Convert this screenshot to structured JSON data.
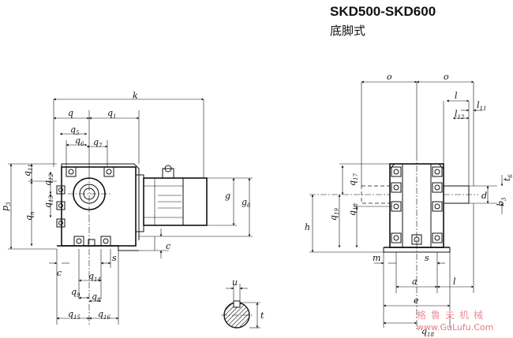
{
  "header": {
    "model": "SKD500-SKD600",
    "mount_type": "底脚式"
  },
  "labels": {
    "k": "k",
    "q": "q",
    "q1": "q",
    "q1_sub": "1",
    "q5": "q",
    "q5_sub": "5",
    "q6": "q",
    "q6_sub": "6",
    "q7": "q",
    "q7_sub": "7",
    "p3": "p",
    "p3_sub": "3",
    "q11": "q",
    "q11_sub": "11",
    "q12": "q",
    "q12_sub": "12",
    "q13": "q",
    "q13_sub": "13",
    "qn": "q",
    "qn_sub": "n",
    "g": "g",
    "g6": "g",
    "g6_sub": "6",
    "c_right": "c",
    "c_left": "c",
    "s_left": "s",
    "q9": "q",
    "q9_sub": "9",
    "q14": "q",
    "q14_sub": "14",
    "q8": "q",
    "q8_sub": "8",
    "q15": "q",
    "q15_sub": "15",
    "q16": "q",
    "q16_sub": "16",
    "o1": "o",
    "o2": "o",
    "l": "l",
    "l11": "l",
    "l11_sub": "11",
    "l12": "l",
    "l12_sub": "12",
    "q17": "q",
    "q17_sub": "17",
    "h": "h",
    "q19": "q",
    "q19_sub": "19",
    "q18": "q",
    "q18_sub": "18",
    "d": "d",
    "b3": "b",
    "b3_sub": "3",
    "t6": "t",
    "t6_sub": "6",
    "m": "m",
    "s_right": "s",
    "a": "a",
    "e": "e",
    "l_bottom": "l",
    "q18b": "q",
    "q18b_sub": "18",
    "u": "u",
    "t": "t"
  },
  "watermark": {
    "cn": "格鲁夫机械",
    "url": "www.GuLufu.Com"
  }
}
